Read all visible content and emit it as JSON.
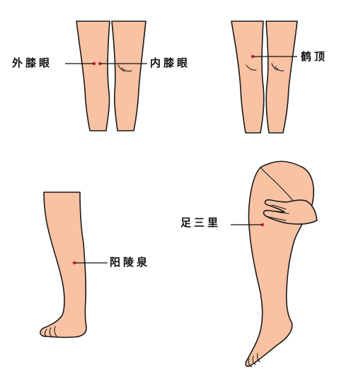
{
  "colors": {
    "skin": "#F8C2A3",
    "outline": "#1a1a1a",
    "acupoint": "#E8253C",
    "leader": "#111111",
    "text": "#111111"
  },
  "labels": {
    "waixiyan": "外膝眼",
    "neixiyan": "内膝眼",
    "heding": "鹤顶",
    "yanglingquan": "阳陵泉",
    "zusanli": "足三里"
  }
}
